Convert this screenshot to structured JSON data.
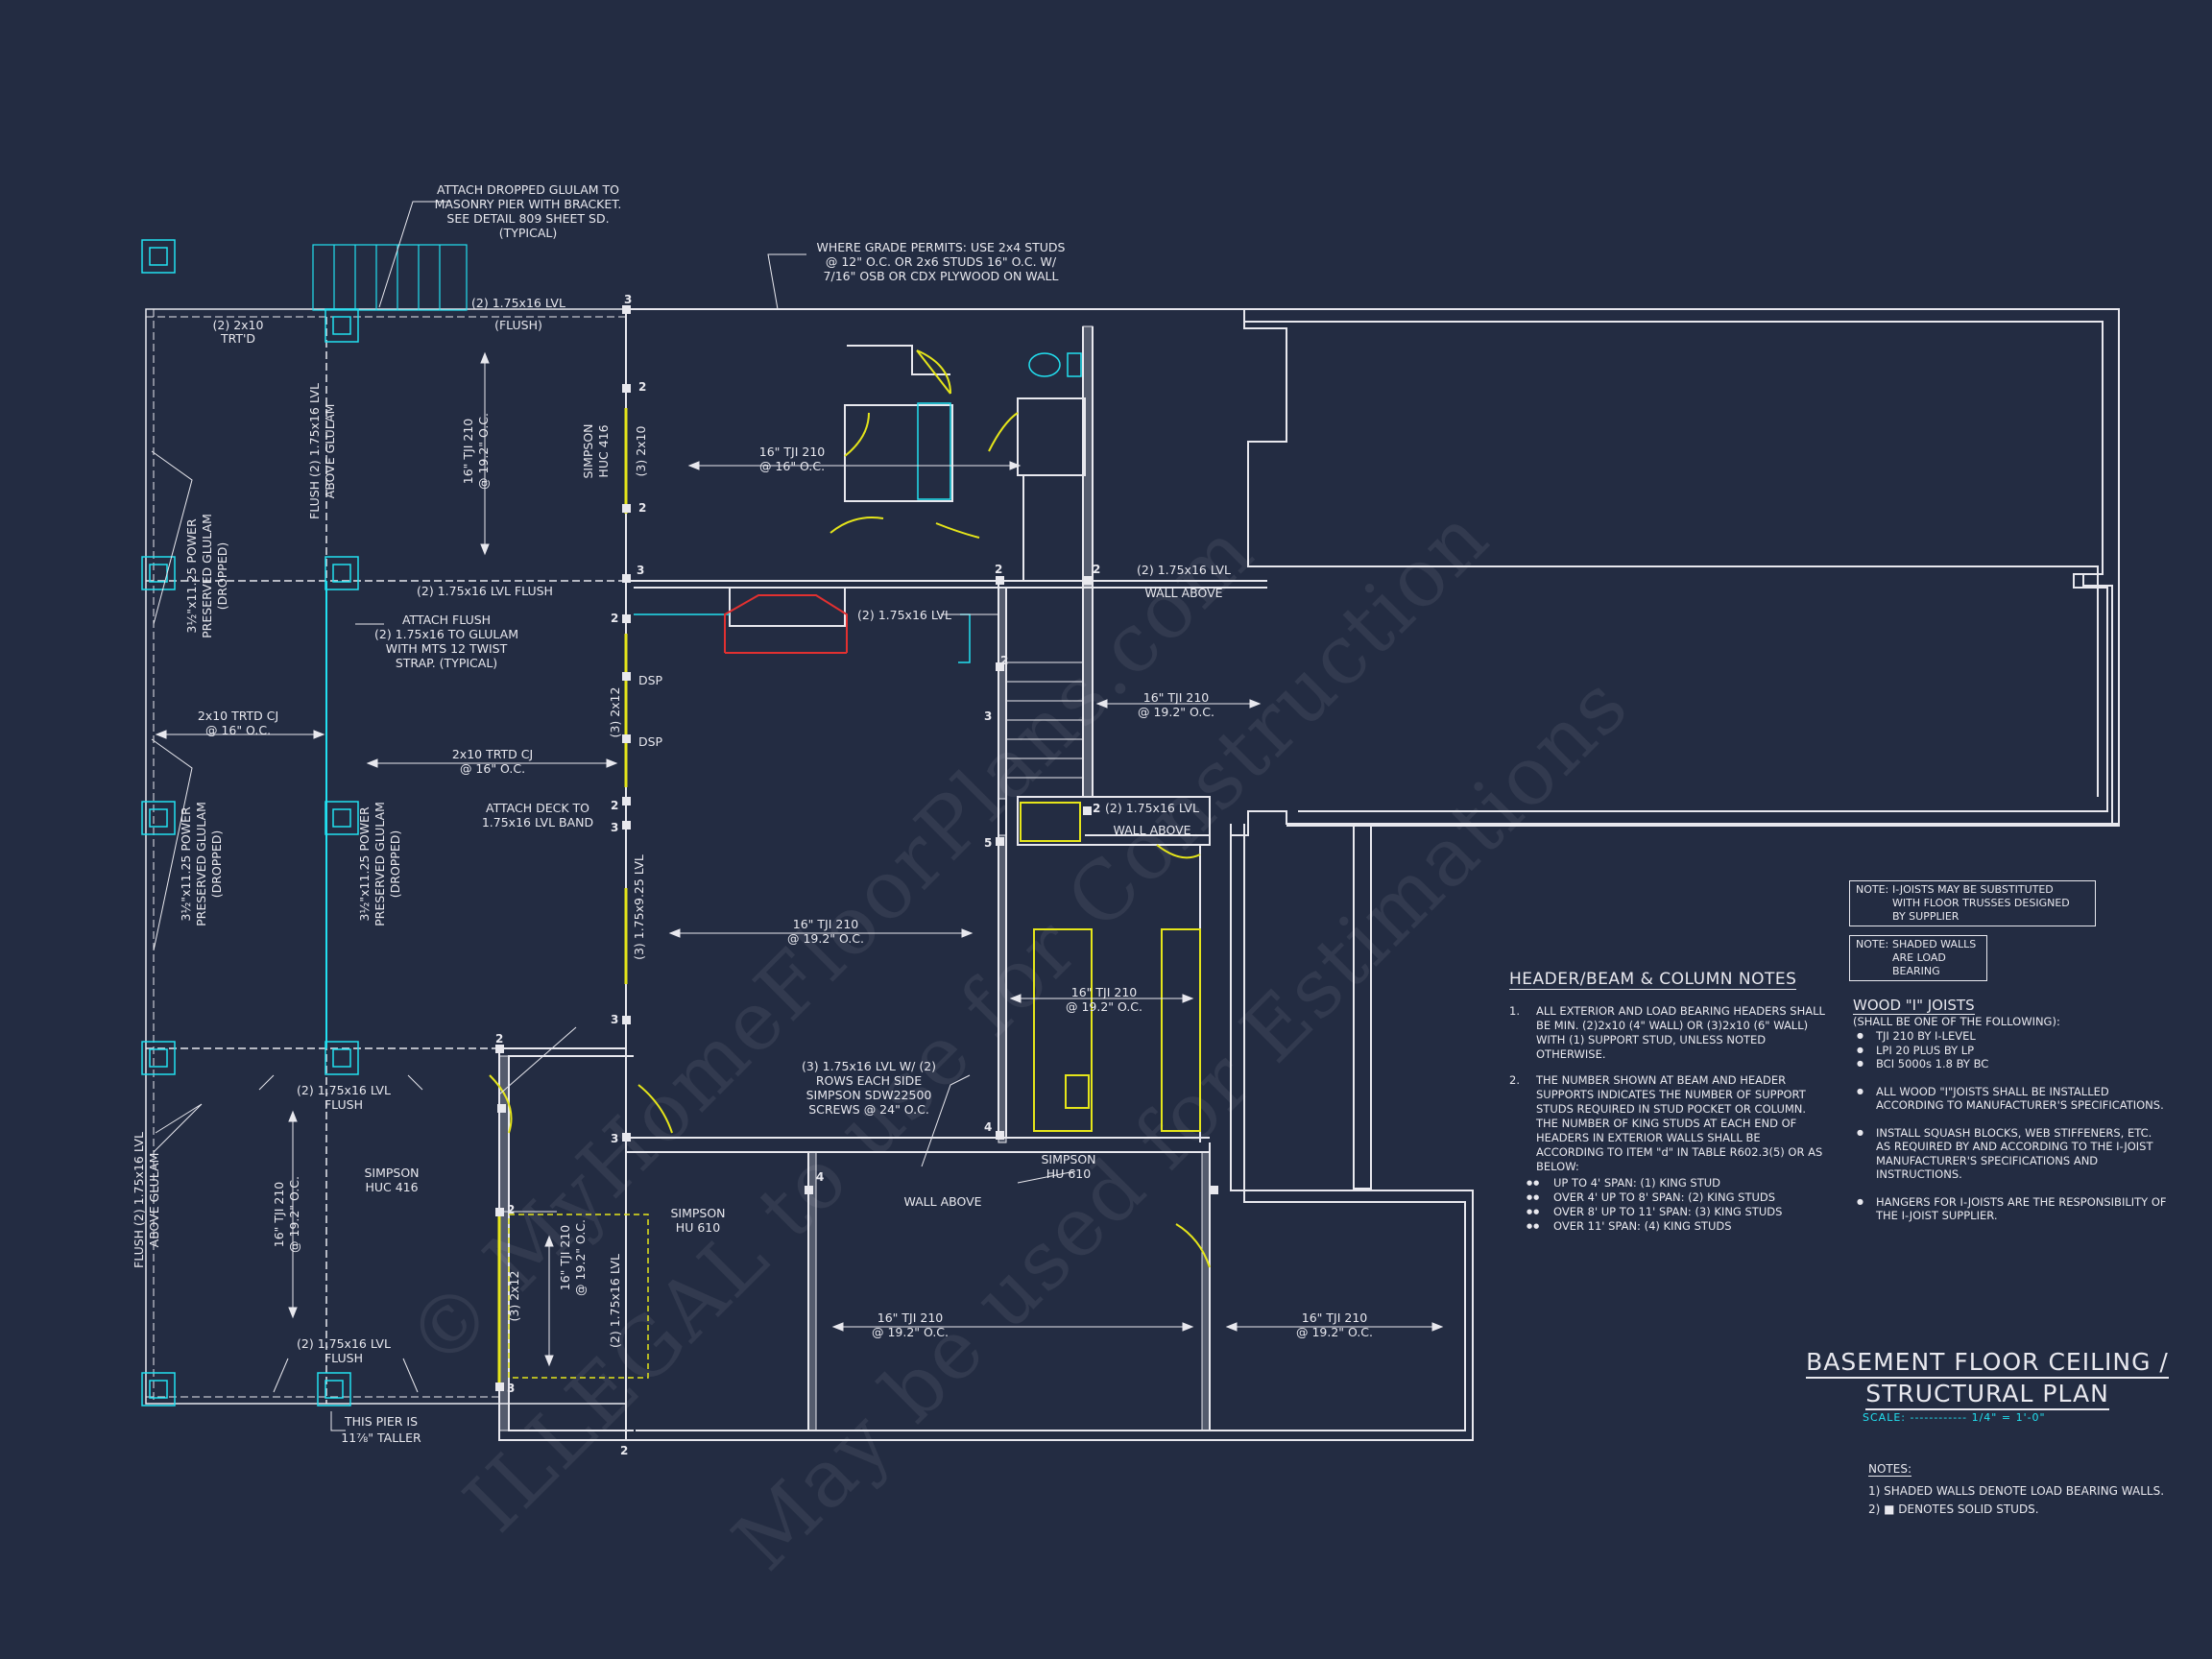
{
  "colors": {
    "background": "#232c42",
    "line": "#e8e8ee",
    "cyan": "#22e0f0",
    "yellow": "#e5e51a",
    "red": "#e23030"
  },
  "watermark": {
    "line1": "© MyHomeFloorPlans.com",
    "line2": "ILLEGAL to use for Construction",
    "line3": "May be used for Estimations"
  },
  "labels": {
    "attach_glulam": [
      "ATTACH DROPPED GLULAM TO",
      "MASONRY PIER WITH BRACKET.",
      "SEE DETAIL 809 SHEET SD.",
      "(TYPICAL)"
    ],
    "grade_permits": [
      "WHERE GRADE PERMITS: USE 2x4 STUDS",
      "@ 12\" O.C. OR 2x6 STUDS 16\" O.C. W/",
      "7/16\" OSB OR CDX PLYWOOD ON WALL"
    ],
    "lvl_top": "(2) 1.75x16 LVL",
    "flush_top": "(FLUSH)",
    "trtd": [
      "(2) 2x10",
      "TRT'D"
    ],
    "flush_glulam_top": [
      "FLUSH (2) 1.75x16 LVL",
      "ABOVE GLULAM"
    ],
    "tji_top_left": [
      "16\" TJI 210",
      "@ 19.2\" O.C."
    ],
    "simpson_huc_top": [
      "SIMPSON",
      "HUC 416"
    ],
    "two_2x10": "(3) 2x10",
    "tji_top_mid": [
      "16\" TJI 210",
      "@ 16\" O.C."
    ],
    "power_glulam_1": [
      "3½\"x11.25 POWER",
      "PRESERVED GLULAM",
      "(DROPPED)"
    ],
    "lvl_flush_mid": "(2) 1.75x16 LVL FLUSH",
    "attach_flush": [
      "ATTACH FLUSH",
      "(2) 1.75x16 TO GLULAM",
      "WITH MTS 12 TWIST",
      "STRAP. (TYPICAL)"
    ],
    "lvl_stair": "(2) 1.75x16 LVL",
    "lvl_wall_above_1": [
      "(2) 1.75x16 LVL",
      "WALL ABOVE"
    ],
    "dsp1": "DSP",
    "dsp2": "DSP",
    "three_2x12_top": "(3) 2x12",
    "trtd_cj_1": [
      "2x10 TRTD CJ",
      "@ 16\" O.C."
    ],
    "trtd_cj_2": [
      "2x10 TRTD CJ",
      "@ 16\" O.C."
    ],
    "tji_right_top": [
      "16\" TJI 210",
      "@ 19.2\" O.C."
    ],
    "attach_deck": [
      "ATTACH DECK TO",
      "1.75x16 LVL BAND"
    ],
    "power_glulam_2": [
      "3½\"x11.25 POWER",
      "PRESERVED GLULAM",
      "(DROPPED)"
    ],
    "power_glulam_3": [
      "3½\"x11.25 POWER",
      "PRESERVED GLULAM",
      "(DROPPED)"
    ],
    "lvl_wall_above_2": [
      "(2) 1.75x16 LVL",
      "WALL ABOVE"
    ],
    "lvl_925": "(3) 1.75x9.25 LVL",
    "tji_center": [
      "16\" TJI 210",
      "@ 19.2\" O.C."
    ],
    "tji_right_mid": [
      "16\" TJI 210",
      "@ 19.2\" O.C."
    ],
    "lvl_flush_left": [
      "(2) 1.75x16 LVL",
      "FLUSH"
    ],
    "sdw_note": [
      "(3) 1.75x16 LVL W/ (2)",
      "ROWS EACH SIDE",
      "SIMPSON SDW22500",
      "SCREWS @ 24\" O.C."
    ],
    "simpson_hu_610_a": [
      "SIMPSON",
      "HU 610"
    ],
    "wall_above": "WALL ABOVE",
    "simpson_huc_lower": [
      "SIMPSON",
      "HUC 416"
    ],
    "simpson_hu_610_b": [
      "SIMPSON",
      "HU 610"
    ],
    "flush_glulam_bottom": [
      "FLUSH (2) 1.75x16 LVL",
      "ABOVE GLULAM"
    ],
    "tji_bottom_left": [
      "16\" TJI 210",
      "@ 19.2\" O.C."
    ],
    "tji_bottom_mid": [
      "16\" TJI 210",
      "@ 19.2\" O.C."
    ],
    "three_2x12_bottom": "(3) 2x12",
    "lvl_bottom_vert": "(2) 1.75x16 LVL",
    "tji_bottom_center": [
      "16\" TJI 210",
      "@ 19.2\" O.C."
    ],
    "tji_bottom_right": [
      "16\" TJI 210",
      "@ 19.2\" O.C."
    ],
    "lvl_flush_bottom": [
      "(2) 1.75x16 LVL",
      "FLUSH"
    ],
    "pier_taller": [
      "THIS PIER IS",
      "11⅞\" TALLER"
    ]
  },
  "stud_counts": [
    "3",
    "2",
    "2",
    "3",
    "2",
    "2",
    "3",
    "3",
    "2",
    "2",
    "3",
    "5",
    "4",
    "3",
    "2",
    "4",
    "2",
    "3",
    "2",
    "2",
    "2"
  ],
  "header_notes": {
    "title": "HEADER/BEAM & COLUMN NOTES",
    "item1_num": "1.",
    "item1": "ALL EXTERIOR AND LOAD BEARING HEADERS SHALL BE MIN. (2)2x10 (4\" WALL) OR (3)2x10 (6\" WALL) WITH (1) SUPPORT STUD, UNLESS NOTED OTHERWISE.",
    "item2_num": "2.",
    "item2": "THE NUMBER SHOWN AT BEAM AND HEADER SUPPORTS INDICATES THE NUMBER OF SUPPORT STUDS REQUIRED IN STUD POCKET OR COLUMN. THE NUMBER OF KING STUDS AT EACH END OF HEADERS IN EXTERIOR WALLS SHALL BE ACCORDING TO ITEM \"d\" IN TABLE R602.3(5) OR AS BELOW:",
    "sub1": "UP TO 4' SPAN: (1) KING STUD",
    "sub2": "OVER 4' UP TO 8' SPAN: (2) KING STUDS",
    "sub3": "OVER 8' UP TO 11' SPAN: (3) KING STUDS",
    "sub4": "OVER 11' SPAN: (4) KING STUDS"
  },
  "box_note_1": {
    "label": "NOTE:",
    "text1": "I-JOISTS MAY BE SUBSTITUTED",
    "text2": "WITH FLOOR TRUSSES DESIGNED",
    "text3": "BY SUPPLIER"
  },
  "box_note_2": {
    "label": "NOTE:",
    "text1": "SHADED WALLS",
    "text2": "ARE LOAD",
    "text3": "BEARING"
  },
  "wood_joists": {
    "title": "WOOD \"I\" JOISTS",
    "subtitle": "(SHALL BE ONE OF THE FOLLOWING):",
    "opt1": "TJI 210 BY I-LEVEL",
    "opt2": "LPI 20 PLUS BY LP",
    "opt3": "BCI 5000s 1.8 BY BC",
    "note1": "ALL WOOD \"I\"JOISTS SHALL BE INSTALLED ACCORDING TO MANUFACTURER'S SPECIFICATIONS.",
    "note2": "INSTALL SQUASH BLOCKS, WEB STIFFENERS, ETC. AS REQUIRED BY AND ACCORDING TO THE I-JOIST MANUFACTURER'S SPECIFICATIONS AND INSTRUCTIONS.",
    "note3": "HANGERS FOR I-JOISTS ARE THE RESPONSIBILITY OF THE I-JOIST SUPPLIER."
  },
  "title_block": {
    "line1": "BASEMENT FLOOR CEILING /",
    "line2": "STRUCTURAL PLAN",
    "scale": "SCALE: ------------ 1/4\" = 1'-0\""
  },
  "bottom_notes": {
    "title": "NOTES:",
    "n1": "1) SHADED WALLS DENOTE LOAD BEARING WALLS.",
    "n2": "2) ■ DENOTES SOLID STUDS."
  }
}
